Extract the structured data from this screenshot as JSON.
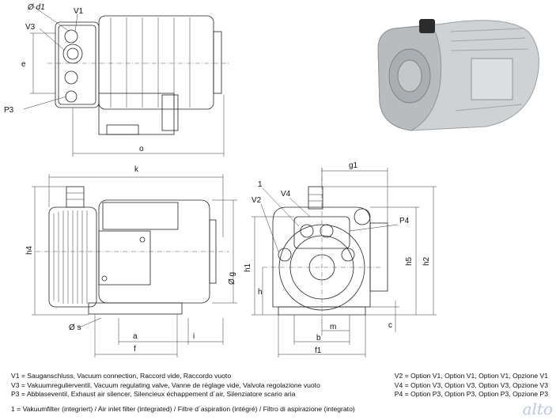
{
  "labels": {
    "d1": "Ø d1",
    "v1_top": "V1",
    "v3": "V3",
    "e": "e",
    "p3": "P3",
    "o": "o",
    "k": "k",
    "h4": "h4",
    "g": "Ø g",
    "s": "Ø s",
    "a": "a",
    "i": "i",
    "f": "f",
    "g1": "g1",
    "one": "1",
    "v2": "V2",
    "v4": "V4",
    "p4": "P4",
    "h1": "h1",
    "h": "h",
    "h5": "h5",
    "h2": "h2",
    "c": "c",
    "m": "m",
    "b": "b",
    "f1": "f1"
  },
  "legend": {
    "left": [
      "V1 = Sauganschluss, Vacuum connection, Raccord vide, Raccordo vuoto",
      "V3 = Vakuumregulierventil, Vacuum regulating valve, Vanne de réglage vide, Valvola regolazione vuoto",
      "P3 = Abblaseventil, Exhaust air silencer, Silencieux échappement d´air, Silenziatore scario aria"
    ],
    "right": [
      "V2 = Option V1, Option V1, Option V1, Opzione V1",
      "V4 = Option V3, Option V3, Option V3, Opzione V3",
      "P4 = Option P3, Option P3, Option P3, Opzione P3"
    ],
    "footnote": "1 = Vakuumfilter (integriert) / Air inlet filter (integrated) / Filtre d´aspiration (intégré) / Filtro di aspirazione (integrato)"
  },
  "watermark": "alto",
  "colors": {
    "line": "#222222",
    "pump_photo_body": "#b8bcbf",
    "watermark": "#a7b3d6"
  }
}
